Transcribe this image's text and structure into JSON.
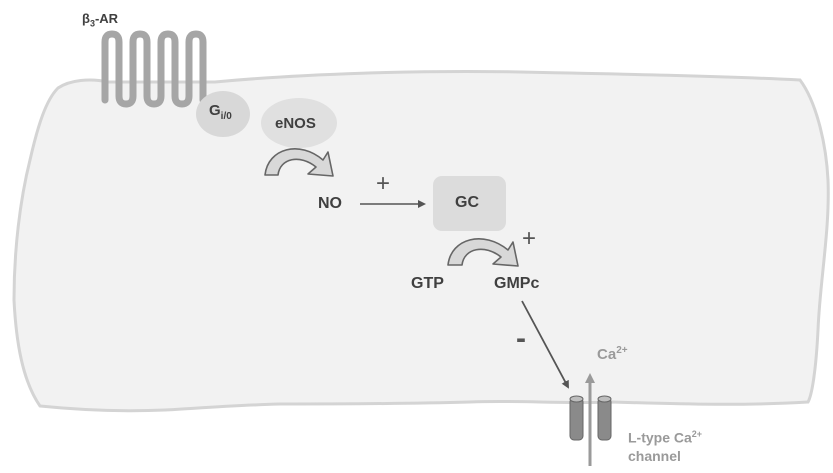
{
  "receptor": {
    "symbol": "β",
    "subscript": "3",
    "suffix": "-AR"
  },
  "g_protein": {
    "symbol": "G",
    "subscript": "i/0"
  },
  "enos": "eNOS",
  "no": "NO",
  "plus_no_gc": "+",
  "gc": "GC",
  "plus_gc": "+",
  "gtp": "GTP",
  "gmpc": "GMPc",
  "minus": "-",
  "calcium": {
    "base": "Ca",
    "charge": "2+"
  },
  "channel": {
    "line1_base": "L-type Ca",
    "line1_charge": "2+",
    "line2": "channel"
  },
  "colors": {
    "cell_fill": "#f2f2f2",
    "cell_stroke": "#d4d4d4",
    "receptor": "#a6a6a6",
    "bubble": "#d8d8d8",
    "arrow": "#555555",
    "channel": "#8a8a8a"
  }
}
